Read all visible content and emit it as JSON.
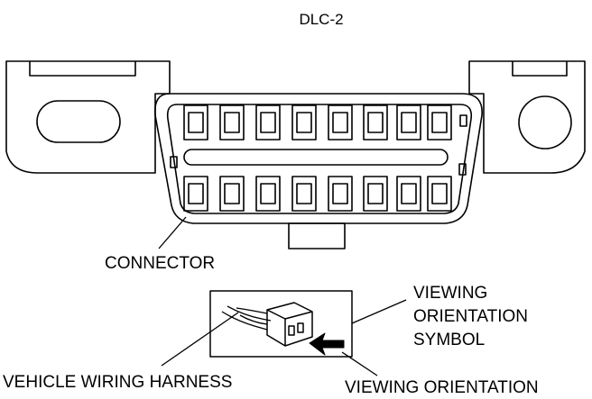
{
  "diagram": {
    "title": "DLC-2",
    "labels": {
      "connector": "CONNECTOR",
      "viewing_symbol_1": "VIEWING",
      "viewing_symbol_2": "ORIENTATION",
      "viewing_symbol_3": "SYMBOL",
      "harness": "VEHICLE WIRING HARNESS",
      "viewing_orientation": "VIEWING ORIENTATION"
    },
    "pins_per_row": 8,
    "pin_rows": 2
  }
}
